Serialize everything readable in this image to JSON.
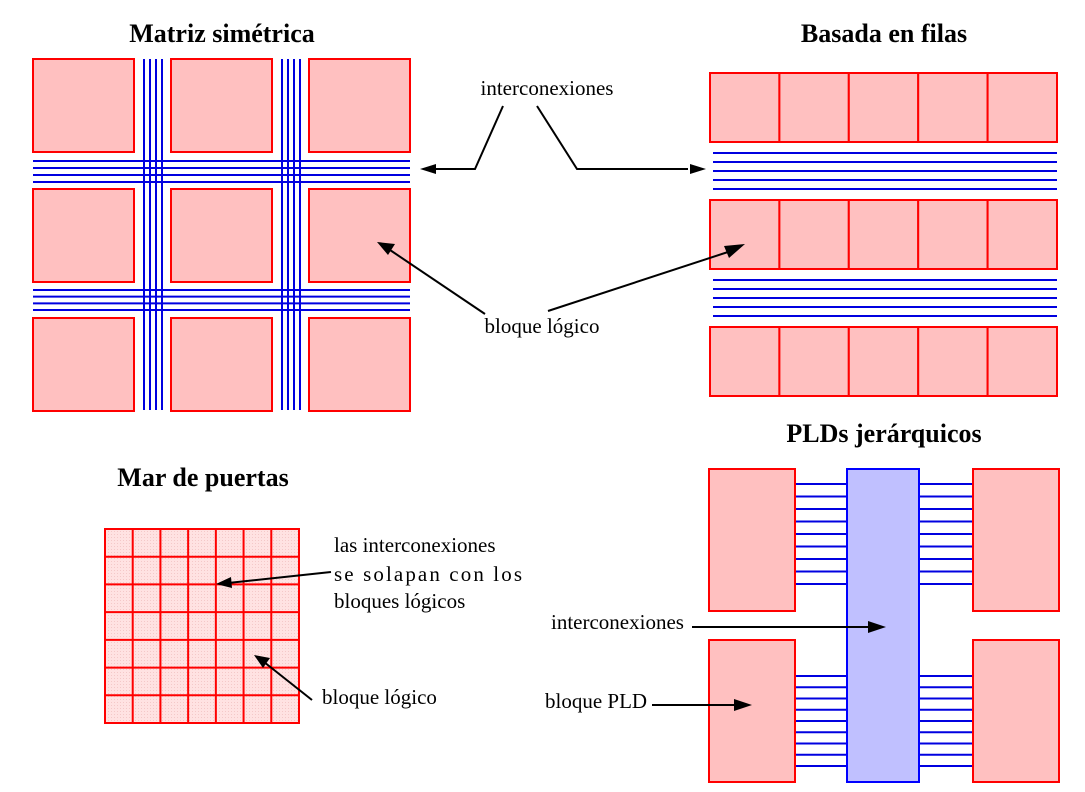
{
  "diagram": {
    "colors": {
      "logic_block_fill": "#ffc0c0",
      "logic_block_stroke": "#ff0000",
      "interconnect": "#0000e0",
      "bus_fill": "#c0c0ff",
      "bus_stroke": "#0000ff",
      "sea_fill": "#ffe2e2",
      "arrow": "#000000"
    },
    "panels": {
      "symmetric_matrix": {
        "title": "Matriz simétrica",
        "rows": 3,
        "cols": 3,
        "wires_per_channel": 4
      },
      "row_based": {
        "title": "Basada en filas",
        "rows": 3,
        "blocks_per_row": 5,
        "wires_per_channel": 5
      },
      "sea_of_gates": {
        "title": "Mar de puertas",
        "grid_size": 7,
        "label_overlap": [
          "las interconexiones",
          "se solapan con los",
          "bloques lógicos"
        ],
        "label_block": "bloque lógico"
      },
      "hierarchical_pld": {
        "title": "PLDs jerárquicos",
        "blocks": 4,
        "wires_per_link": 9,
        "label_interconnect": "interconexiones",
        "label_block": "bloque PLD"
      }
    },
    "shared_labels": {
      "interconnect": "interconexiones",
      "logic_block": "bloque lógico"
    }
  }
}
